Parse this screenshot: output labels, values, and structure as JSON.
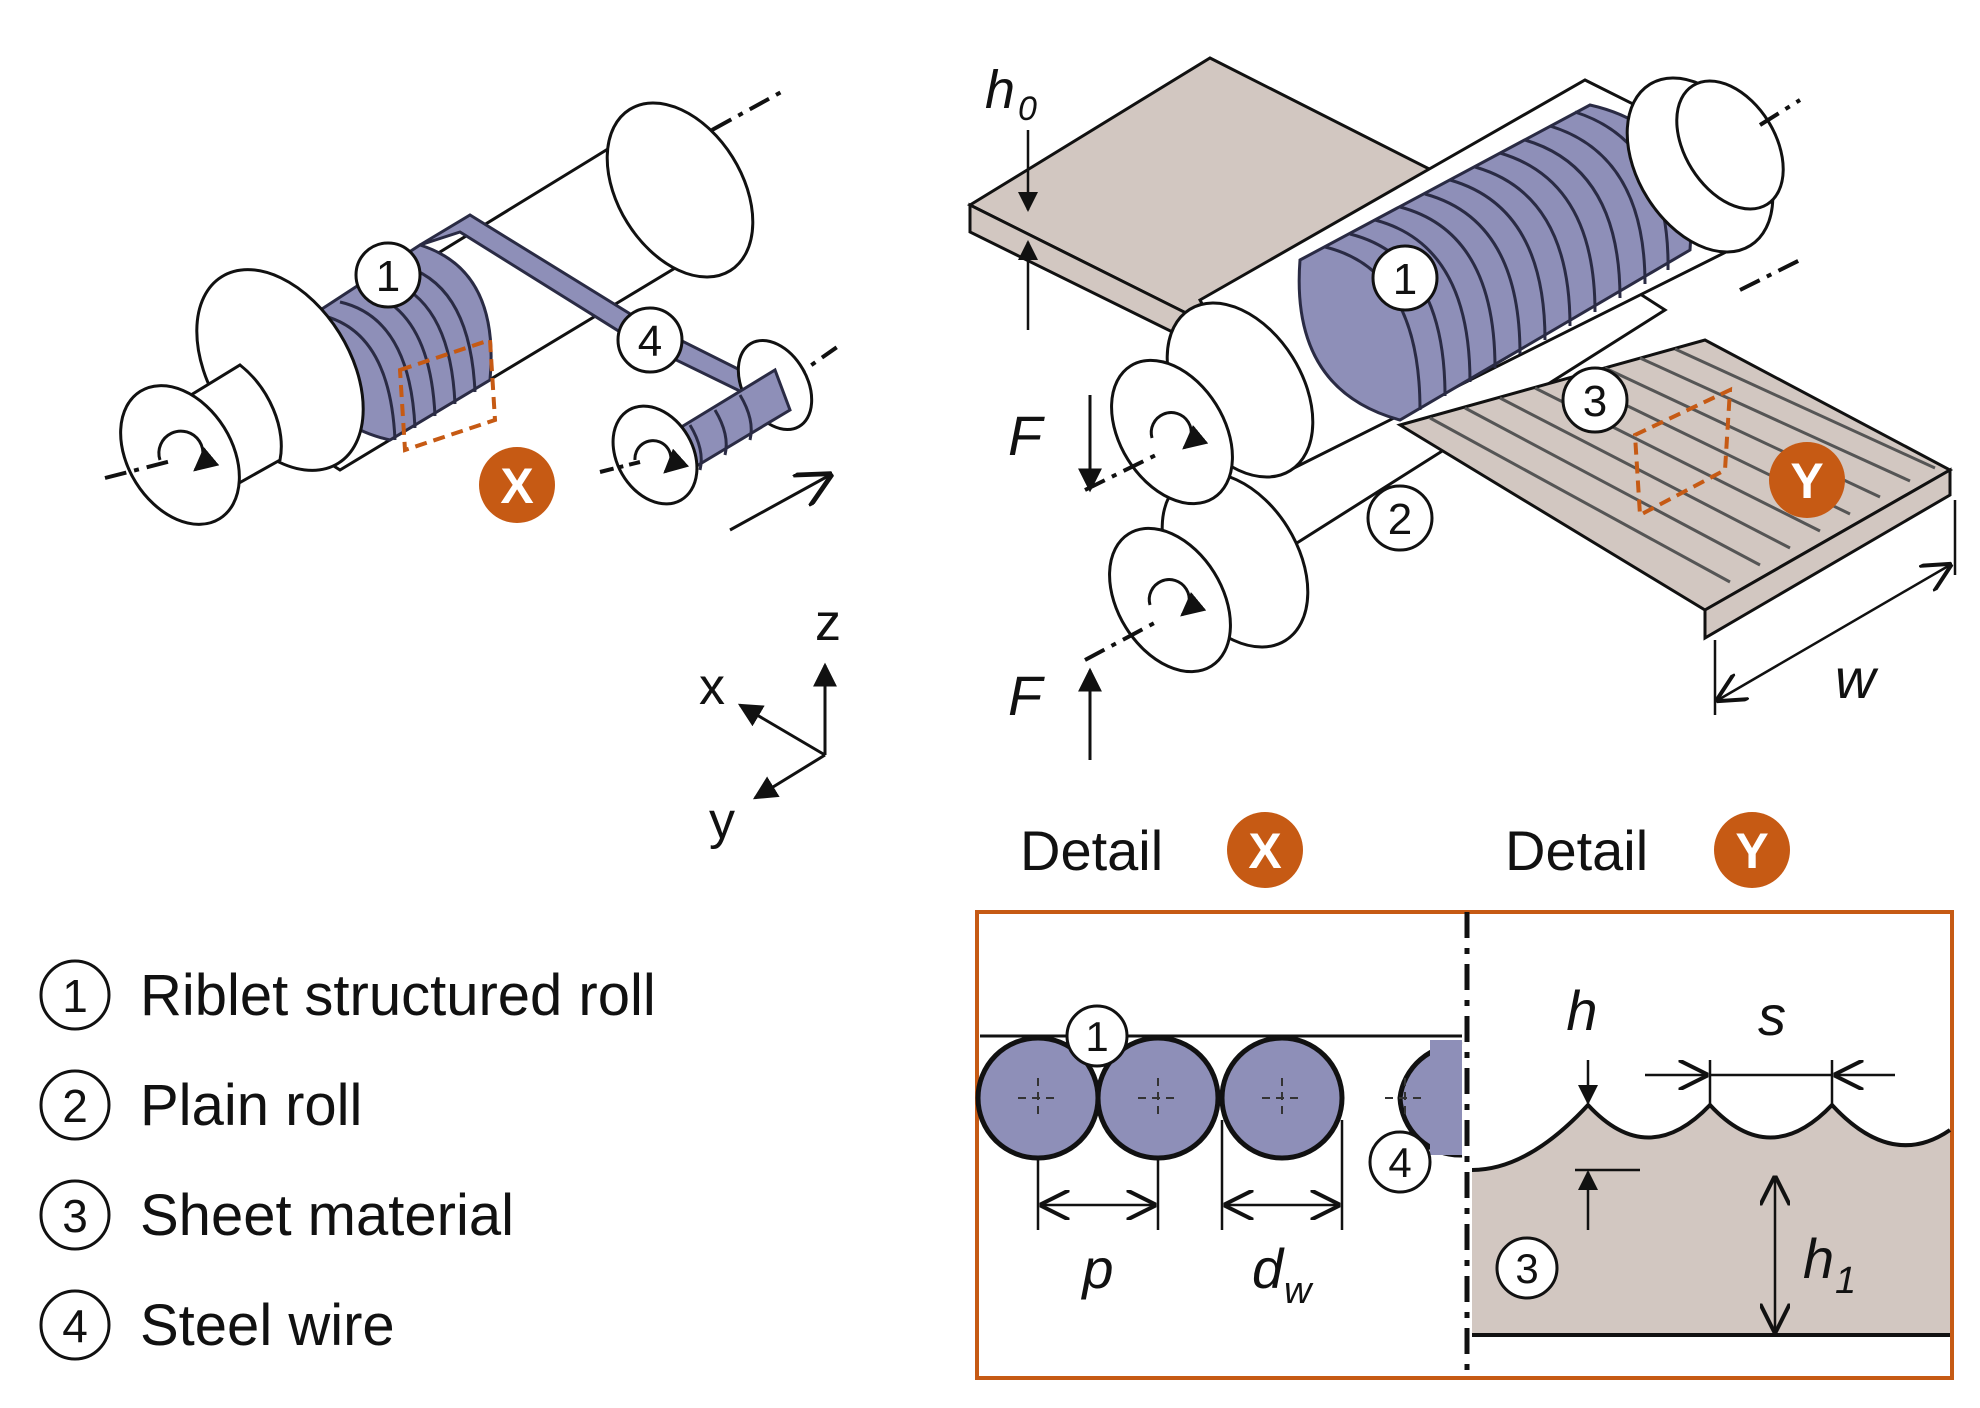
{
  "colors": {
    "wire": "#8e8fb8",
    "wire_stroke": "#2a2b44",
    "sheet": "#d2c7c1",
    "accent": "#c65a14",
    "line": "#111111"
  },
  "badges": {
    "x": "X",
    "y": "Y"
  },
  "markers": {
    "m1": "1",
    "m2": "2",
    "m3": "3",
    "m4": "4"
  },
  "dims": {
    "h0_main": "h",
    "h0_sub": "0",
    "F_top": "F",
    "F_bottom": "F",
    "w": "w",
    "p": "p",
    "dw_main": "d",
    "dw_sub": "w",
    "h": "h",
    "s": "s",
    "h1_main": "h",
    "h1_sub": "1"
  },
  "axes": {
    "x": "x",
    "y": "y",
    "z": "z"
  },
  "details": {
    "x_label": "Detail",
    "y_label": "Detail"
  },
  "legend": [
    {
      "num": "1",
      "text": "Riblet structured roll"
    },
    {
      "num": "2",
      "text": "Plain roll"
    },
    {
      "num": "3",
      "text": "Sheet material"
    },
    {
      "num": "4",
      "text": "Steel wire"
    }
  ]
}
